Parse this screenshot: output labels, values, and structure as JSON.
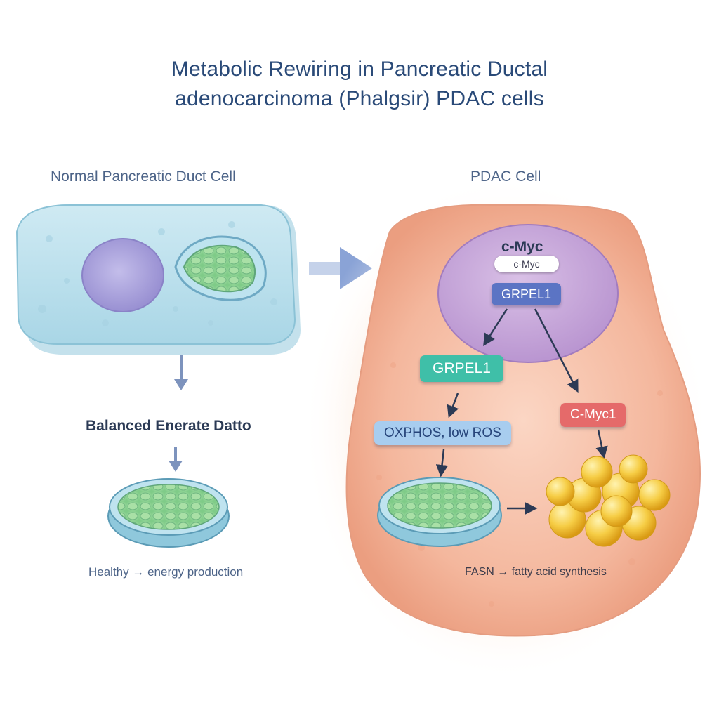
{
  "title": {
    "line1": "Metabolic Rewiring in Pancreatic Ductal",
    "line2": "adenocarcinoma (Phalgsir) PDAC cells"
  },
  "normal": {
    "label": "Normal Pancreatic Duct Cell",
    "state_text": "Balanced Enerate Datto",
    "caption": "Healthy → energy production"
  },
  "pdac": {
    "label": "PDAC Cell",
    "nucleus_label": "c-Myc",
    "nucleus_sublabel": "c-Myc",
    "grpel1_nuclear": "GRPEL1",
    "grpel1_cyto": "GRPEL1",
    "cmyc1": "C-Myc1",
    "oxphos": "OXPHOS, low ROS",
    "caption": "FASN → fatty acid synthesis"
  },
  "colors": {
    "title": "#2a4a78",
    "normal_cell": "#bfe3ef",
    "nucleus_normal": "#a9a2dc",
    "pdac_cell": "#f5b59a",
    "pdac_nucleus": "#c8a8d8",
    "grpel1_nuclear_pill": "#5b74c4",
    "grpel1_cyto_pill": "#3fbfa8",
    "cmyc1_pill": "#e56a6a",
    "oxphos_pill": "#9cc4ec",
    "mitochondria_green": "#8fd39a",
    "lipid_yellow": "#f3c33a"
  },
  "icons": [
    "arrow-right-icon",
    "arrow-down-icon",
    "mitochondrion-icon",
    "lipid-droplet-icon"
  ]
}
